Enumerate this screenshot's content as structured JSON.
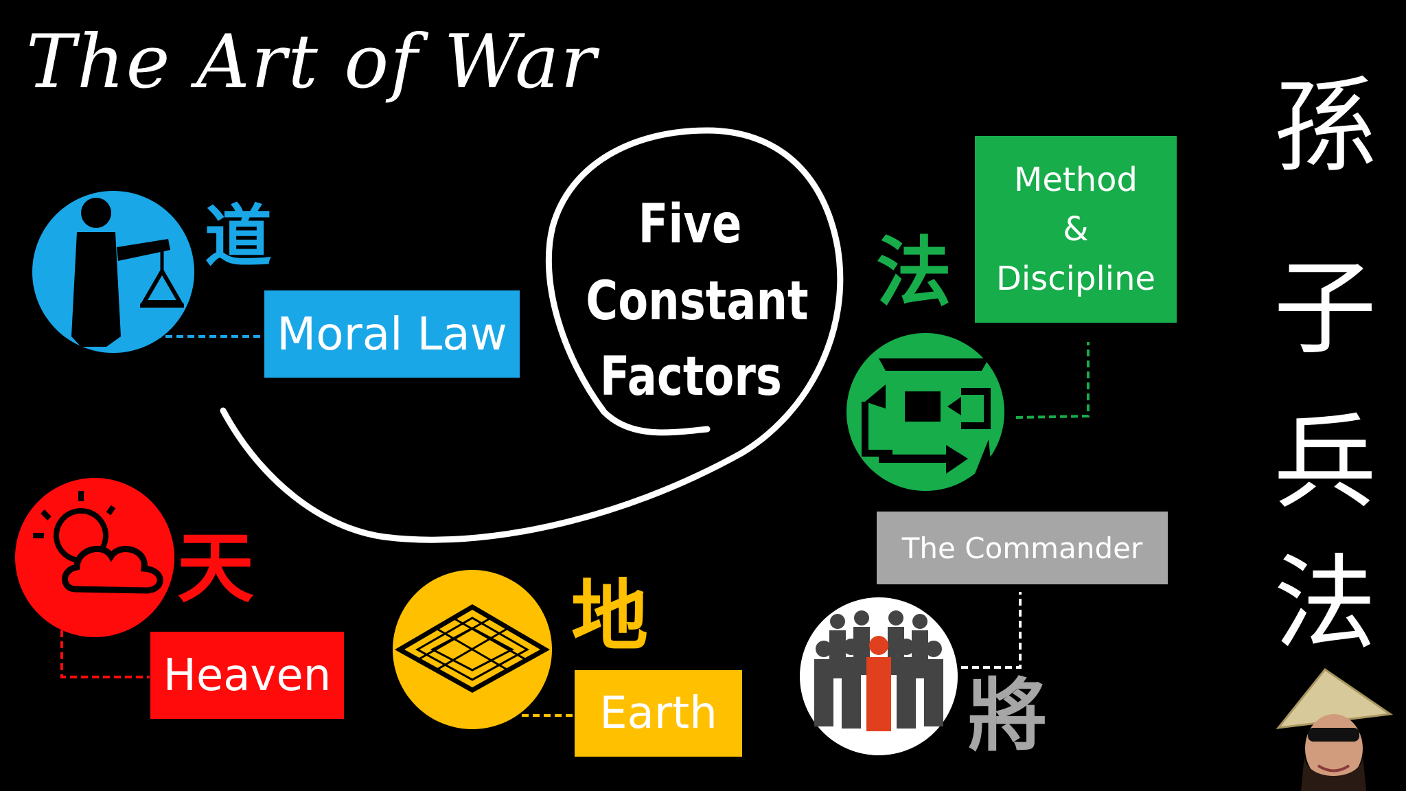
{
  "slide": {
    "title": "The Art of War",
    "center": {
      "line1": "Five",
      "line2": "Constant",
      "line3": "Factors"
    },
    "factors": [
      {
        "id": "moral-law",
        "label": "Moral Law",
        "hanzi": "道",
        "color": "#1aa7e8"
      },
      {
        "id": "method",
        "label_line1": "Method",
        "label_line2": "&",
        "label_line3": "Discipline",
        "hanzi": "法",
        "color": "#17ad4a"
      },
      {
        "id": "heaven",
        "label": "Heaven",
        "hanzi": "天",
        "color": "#ff0b0b"
      },
      {
        "id": "earth",
        "label": "Earth",
        "hanzi": "地",
        "color": "#ffc000"
      },
      {
        "id": "commander",
        "label": "The Commander",
        "hanzi": "將",
        "color": "#a6a6a6"
      }
    ],
    "vertical_title": {
      "c1": "孫",
      "c2": "子",
      "c3": "兵",
      "c4": "法"
    }
  }
}
